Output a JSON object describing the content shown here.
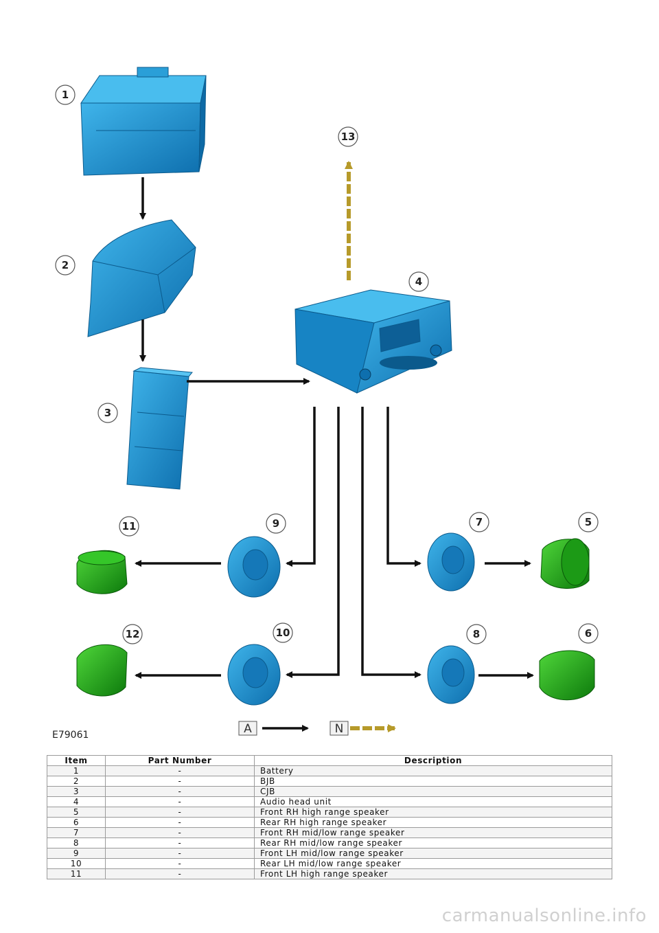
{
  "diagram": {
    "callouts": [
      "1",
      "2",
      "3",
      "4",
      "5",
      "6",
      "7",
      "8",
      "9",
      "10",
      "11",
      "12",
      "13"
    ],
    "legend": {
      "a_label": "A",
      "n_label": "N"
    },
    "colors": {
      "component_blue": "#1c8fd0",
      "speaker_green": "#1fa31a",
      "network_gold": "#b69a2a",
      "arrow_black": "#111111"
    },
    "figure_id": "E79061"
  },
  "table": {
    "headers": {
      "item": "Item",
      "part_number": "Part Number",
      "description": "Description"
    },
    "rows": [
      {
        "item": "1",
        "part_number": "-",
        "description": "Battery"
      },
      {
        "item": "2",
        "part_number": "-",
        "description": "BJB"
      },
      {
        "item": "3",
        "part_number": "-",
        "description": "CJB"
      },
      {
        "item": "4",
        "part_number": "-",
        "description": "Audio head unit"
      },
      {
        "item": "5",
        "part_number": "-",
        "description": "Front RH high range speaker"
      },
      {
        "item": "6",
        "part_number": "-",
        "description": "Rear RH high range speaker"
      },
      {
        "item": "7",
        "part_number": "-",
        "description": "Front RH mid/low range speaker"
      },
      {
        "item": "8",
        "part_number": "-",
        "description": "Rear RH mid/low range speaker"
      },
      {
        "item": "9",
        "part_number": "-",
        "description": "Front LH mid/low range speaker"
      },
      {
        "item": "10",
        "part_number": "-",
        "description": "Rear LH mid/low range speaker"
      },
      {
        "item": "11",
        "part_number": "-",
        "description": "Front LH high range speaker"
      }
    ]
  },
  "watermark": "carmanualsonline.info"
}
